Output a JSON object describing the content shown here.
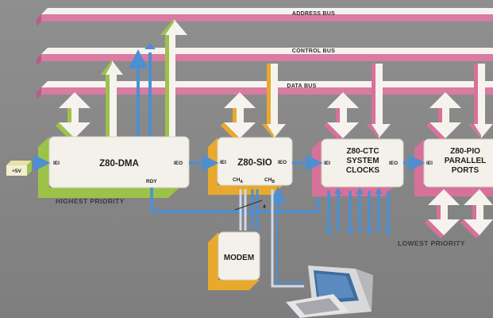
{
  "buses": {
    "address": "ADDRESS BUS",
    "control": "CONTROL BUS",
    "data": "DATA BUS"
  },
  "supply": "+5V",
  "dma": {
    "name": "Z80-DMA",
    "iei": "IEI",
    "ieo": "IEO",
    "rdy": "RDY"
  },
  "sio": {
    "name": "Z80-SIO",
    "iei": "IEI",
    "ieo": "IEO",
    "cha": "CH",
    "cha_sub": "A",
    "chb": "CH",
    "chb_sub": "B"
  },
  "ctc": {
    "line1": "Z80-CTC",
    "line2": "SYSTEM",
    "line3": "CLOCKS",
    "iei": "IEI",
    "ieo": "IEO"
  },
  "pio": {
    "line1": "Z80-PIO",
    "line2": "PARALLEL",
    "line3": "PORTS",
    "iei": "IEI"
  },
  "modem": "MODEM",
  "wire_count": "4",
  "priority": {
    "highest": "HIGHEST PRIORITY",
    "lowest": "LOWEST PRIORITY"
  },
  "colors": {
    "bus_pink": "#d97ba3",
    "green": "#9cc24a",
    "orange": "#e8a92c",
    "pink": "#d8719a",
    "blue": "#4d8fd1",
    "chip_face": "#f3f1ea"
  }
}
